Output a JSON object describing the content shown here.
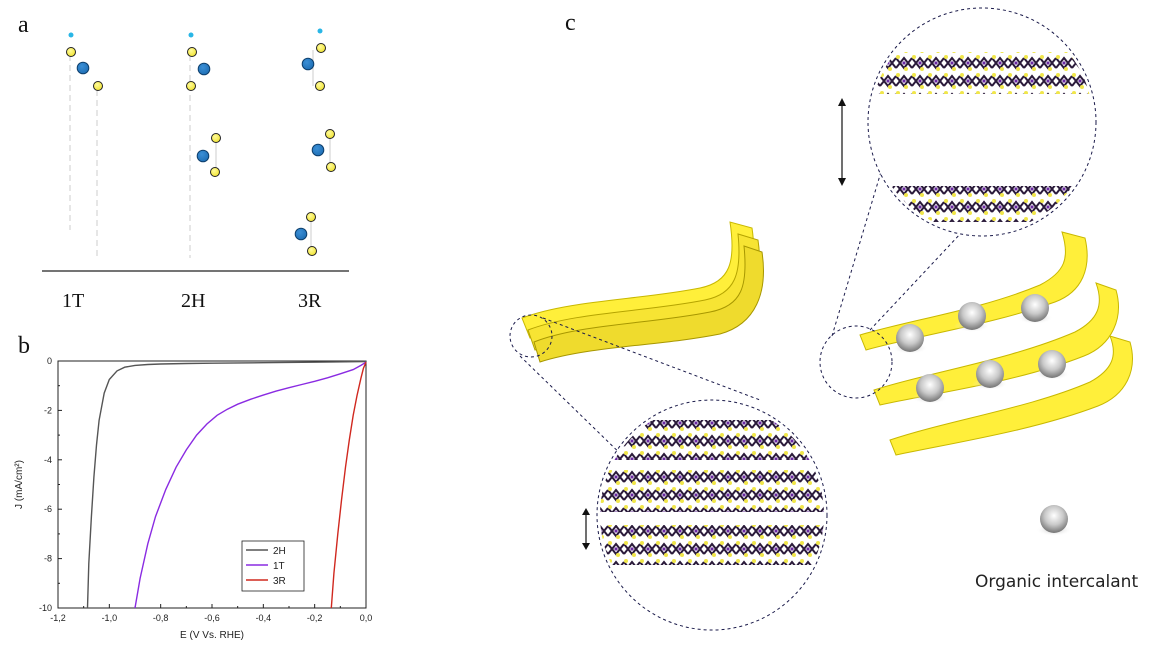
{
  "panels": {
    "a": "a",
    "b": "b",
    "c": "c"
  },
  "panel_a": {
    "phases": [
      "1T",
      "2H",
      "3R"
    ]
  },
  "colors": {
    "metal_atom": "#1f6fb5",
    "chalcogen_atom": "#f2e537",
    "sheet": "#ffef3a",
    "guide_atom": "#29b6e6",
    "series_2H": "#555555",
    "series_1T": "#8a2be2",
    "series_3R": "#d0281f"
  },
  "chart_data": {
    "type": "line",
    "xlabel": "E (V Vs. RHE)",
    "ylabel": "J (mA/cm²)",
    "xlim": [
      -1.2,
      0.0
    ],
    "ylim": [
      -10,
      0
    ],
    "xticks": [
      "-1,2",
      "-1,0",
      "-0,8",
      "-0,6",
      "-0,4",
      "-0,2",
      "0,0"
    ],
    "yticks": [
      "0",
      "-2",
      "-4",
      "-6",
      "-8",
      "-10"
    ],
    "legend_position": "bottom-right",
    "series": [
      {
        "name": "2H",
        "color": "#555555",
        "x": [
          -1.085,
          -1.08,
          -1.07,
          -1.06,
          -1.05,
          -1.04,
          -1.02,
          -1.0,
          -0.97,
          -0.94,
          -0.9,
          -0.85,
          -0.8,
          -0.7,
          -0.6,
          -0.4,
          -0.2,
          0.0
        ],
        "y": [
          -10,
          -8.2,
          -6.3,
          -4.7,
          -3.4,
          -2.4,
          -1.3,
          -0.75,
          -0.4,
          -0.25,
          -0.18,
          -0.14,
          -0.12,
          -0.1,
          -0.09,
          -0.07,
          -0.05,
          -0.02
        ]
      },
      {
        "name": "1T",
        "color": "#8a2be2",
        "x": [
          -0.9,
          -0.88,
          -0.85,
          -0.82,
          -0.78,
          -0.74,
          -0.7,
          -0.66,
          -0.62,
          -0.58,
          -0.54,
          -0.5,
          -0.45,
          -0.4,
          -0.35,
          -0.3,
          -0.25,
          -0.2,
          -0.15,
          -0.1,
          -0.05,
          -0.02,
          0.0
        ],
        "y": [
          -10,
          -8.8,
          -7.4,
          -6.3,
          -5.2,
          -4.3,
          -3.6,
          -3.0,
          -2.55,
          -2.2,
          -1.95,
          -1.75,
          -1.55,
          -1.38,
          -1.22,
          -1.08,
          -0.95,
          -0.82,
          -0.68,
          -0.52,
          -0.35,
          -0.18,
          -0.05
        ]
      },
      {
        "name": "3R",
        "color": "#d0281f",
        "x": [
          -0.135,
          -0.125,
          -0.11,
          -0.095,
          -0.08,
          -0.065,
          -0.05,
          -0.035,
          -0.02,
          -0.01,
          0.0
        ],
        "y": [
          -10,
          -8.6,
          -7.0,
          -5.6,
          -4.3,
          -3.2,
          -2.2,
          -1.4,
          -0.7,
          -0.3,
          -0.05
        ]
      }
    ]
  },
  "panel_c": {
    "caption": "Organic intercalant"
  }
}
